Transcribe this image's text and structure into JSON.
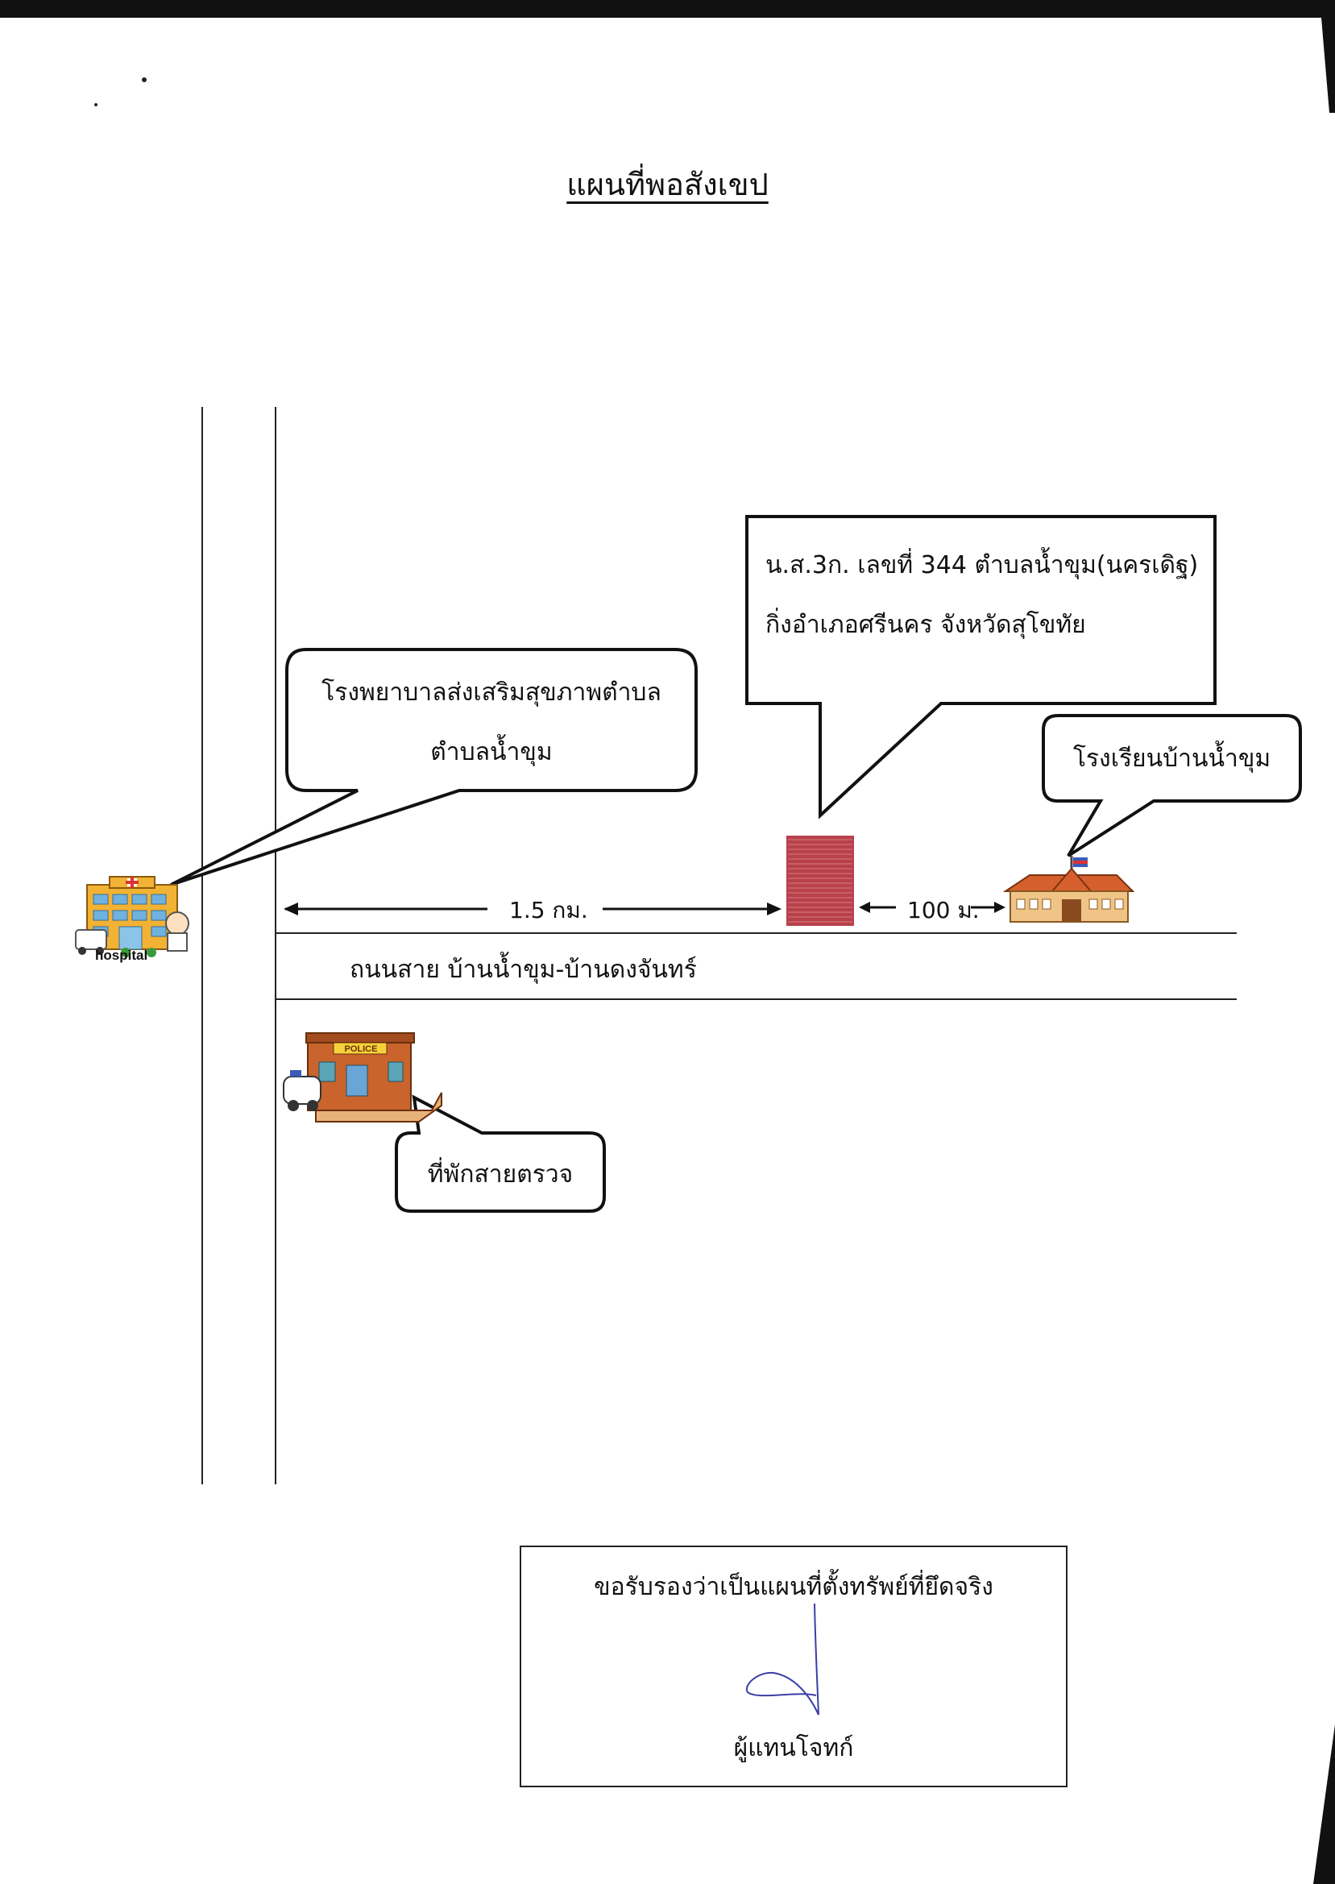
{
  "title": "แผนที่พอสังเขป",
  "callouts": {
    "land_line1": "น.ส.3ก. เลขที่ 344 ตำบลน้ำขุม(นครเดิฐ)",
    "land_line2": "กิ่งอำเภอศรีนคร จังหวัดสุโขทัย",
    "hospital_line1": "โรงพยาบาลส่งเสริมสุขภาพตำบล",
    "hospital_line2": "ตำบลน้ำขุม",
    "school": "โรงเรียนบ้านน้ำขุม",
    "police": "ที่พักสายตรวจ"
  },
  "icons": {
    "hospital_caption": "hospital",
    "police_sign": "POLICE",
    "hospital_icon": "hospital-icon",
    "school_icon": "school-icon",
    "police_icon": "police-station-icon"
  },
  "distances": {
    "to_hospital": "1.5 กม.",
    "to_school": "100 ม."
  },
  "road_name": "ถนนสาย บ้านน้ำขุม-บ้านดงจันทร์",
  "certification": {
    "text": "ขอรับรองว่าเป็นแผนที่ตั้งทรัพย์ที่ยึดจริง",
    "role": "ผู้แทนโจทก์"
  },
  "colors": {
    "property_fill": "#b8414c",
    "property_stripe": "#d77a80",
    "hospital": "#f2b233",
    "school_roof": "#d5602e",
    "school_wall": "#f0c486",
    "police_wall": "#c8642c",
    "signature": "#3a3ea8"
  }
}
